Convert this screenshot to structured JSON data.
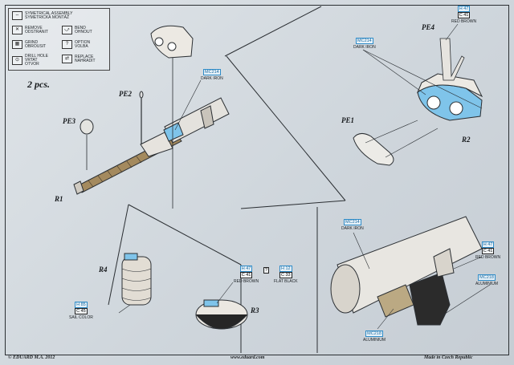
{
  "legend": {
    "header": "SYMETRICAL ASSEMBLY\nSYMETRICKÁ MONTÁŽ",
    "items": [
      {
        "icon": "✕",
        "text": "REMOVE\nODSTRANIT"
      },
      {
        "icon": "⤻",
        "text": "BEND\nOHNOUT"
      },
      {
        "icon": "▦",
        "text": "GRIND\nOBROUSIT"
      },
      {
        "icon": "?",
        "text": "OPTION\nVOLBA"
      },
      {
        "icon": "⊙",
        "text": "DRILL HOLE\nVRTAT OTVOR"
      },
      {
        "icon": "⇄",
        "text": "REPLACE\nNAHRADIT"
      }
    ]
  },
  "quantity": "2 pcs.",
  "parts": {
    "pe1": "PE1",
    "pe2": "PE2",
    "pe3": "PE3",
    "pe4": "PE4",
    "r1": "R1",
    "r2": "R2",
    "r3": "R3",
    "r4": "R4"
  },
  "paints": {
    "dark_iron": {
      "code": "MC214",
      "name": "DARK IRON"
    },
    "red_brown": {
      "h": "H 47",
      "c": "C 41",
      "name": "RED BROWN"
    },
    "flat_black": {
      "h": "H 12",
      "c": "C 33",
      "name": "FLAT BLACK"
    },
    "sail_color": {
      "h": "H 85",
      "c": "C 45",
      "name": "SAIL COLOR"
    },
    "aluminium": {
      "code": "MC218",
      "name": "ALUMINIUM"
    },
    "option_mark": "?"
  },
  "footer": {
    "copyright": "© EDUARD   M.A. 2012",
    "website": "www.eduard.com",
    "made_in": "Made in Czech Republic"
  },
  "colors": {
    "accent_blue": "#7fc4ea",
    "line": "#2b2f33"
  }
}
